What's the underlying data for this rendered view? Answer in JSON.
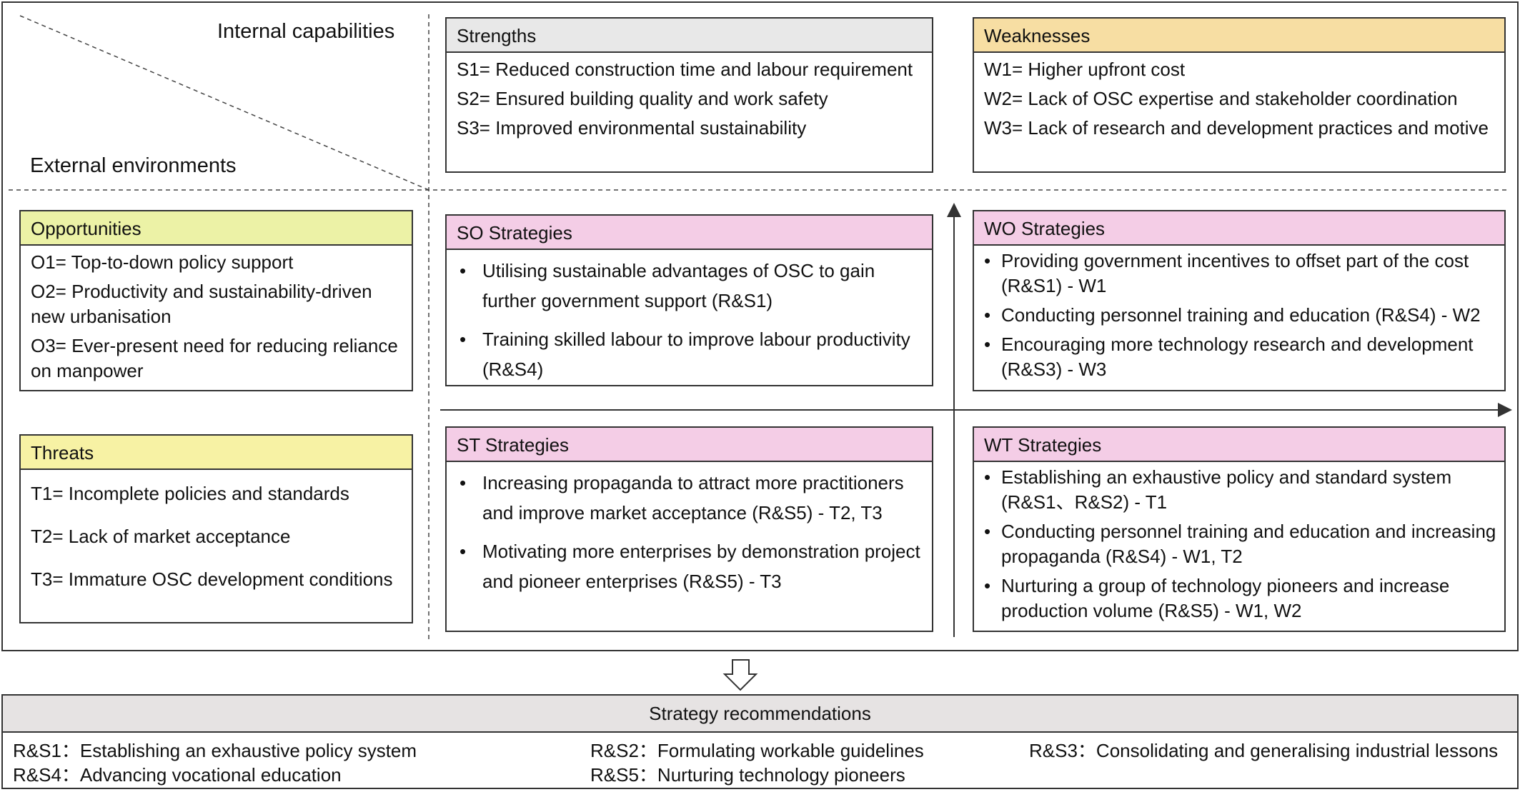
{
  "labels": {
    "internal": "Internal capabilities",
    "external": "External environments"
  },
  "strengths": {
    "title": "Strengths",
    "items": [
      "S1= Reduced construction time and labour requirement",
      "S2= Ensured building quality and work safety",
      "S3= Improved environmental sustainability"
    ]
  },
  "weaknesses": {
    "title": "Weaknesses",
    "items": [
      "W1= Higher upfront cost",
      "W2= Lack of OSC expertise and stakeholder coordination",
      "W3= Lack of research and development practices and motive"
    ]
  },
  "opportunities": {
    "title": "Opportunities",
    "items": [
      "O1= Top-to-down policy support",
      "O2= Productivity and sustainability-driven new urbanisation",
      "O3= Ever-present need for reducing reliance on manpower"
    ]
  },
  "threats": {
    "title": "Threats",
    "items": [
      "T1= Incomplete policies and standards",
      "T2= Lack of market acceptance",
      "T3= Immature OSC development conditions"
    ]
  },
  "so": {
    "title": "SO Strategies",
    "items": [
      "Utilising sustainable advantages of OSC to gain further government support (R&S1)",
      "Training skilled labour to improve labour productivity (R&S4)"
    ]
  },
  "wo": {
    "title": "WO Strategies",
    "items": [
      "Providing  government incentives to offset part of the cost (R&S1) - W1",
      "Conducting personnel training and education (R&S4) - W2",
      "Encouraging more technology research and development (R&S3) - W3"
    ]
  },
  "st": {
    "title": "ST Strategies",
    "items": [
      "Increasing propaganda to attract more practitioners and improve market acceptance (R&S5) - T2, T3",
      "Motivating more enterprises by demonstration project and pioneer enterprises (R&S5) - T3"
    ]
  },
  "wt": {
    "title": "WT Strategies",
    "items": [
      "Establishing an exhaustive policy and standard system (R&S1、R&S2) - T1",
      "Conducting personnel training and education and increasing propaganda  (R&S4) - W1, T2",
      "Nurturing a group of technology pioneers and increase production volume (R&S5) - W1, W2"
    ]
  },
  "bullet": "•",
  "recommendations": {
    "title": "Strategy recommendations",
    "items": [
      {
        "code": "R&S1：",
        "text": "Establishing an exhaustive  policy system"
      },
      {
        "code": "R&S2：",
        "text": "Formulating workable guidelines"
      },
      {
        "code": "R&S3：",
        "text": "Consolidating and generalising industrial lessons"
      },
      {
        "code": "R&S4：",
        "text": "Advancing vocational education"
      },
      {
        "code": "R&S5：",
        "text": "Nurturing technology pioneers"
      }
    ]
  }
}
